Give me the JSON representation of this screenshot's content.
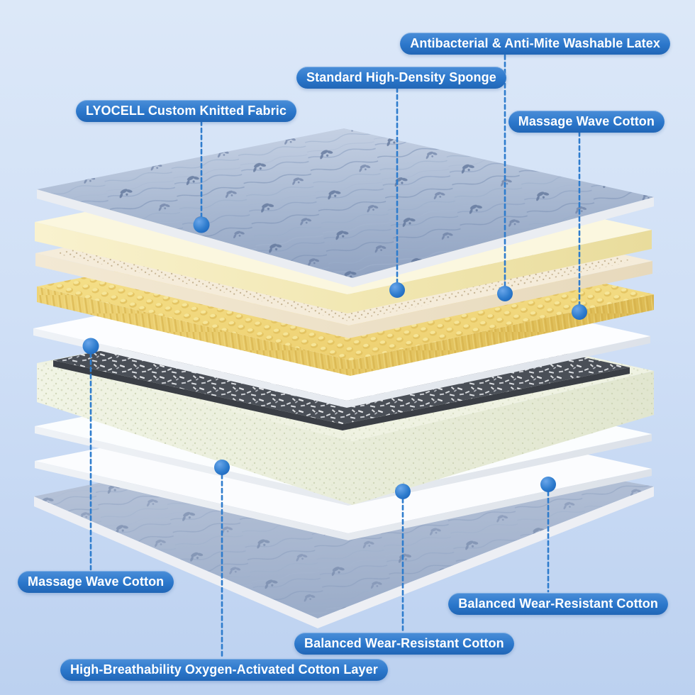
{
  "diagram": {
    "title_hint": "Mattress exploded layers diagram",
    "background": {
      "top": "#dce8f8",
      "bottom": "#bcd1f0"
    },
    "callout_style": {
      "pill_gradient_top": "#4a8ed8",
      "pill_gradient_mid": "#2b77cb",
      "pill_gradient_bottom": "#2166b6",
      "text_color": "#ffffff",
      "line_color": "#2e7ccd",
      "dot_color": "#2270c8"
    },
    "callouts": [
      {
        "id": "washable-latex",
        "label": "Antibacterial & Anti-Mite Washable Latex"
      },
      {
        "id": "high-density-sponge",
        "label": "Standard High-Density Sponge"
      },
      {
        "id": "lyocell-fabric",
        "label": "LYOCELL Custom Knitted Fabric"
      },
      {
        "id": "massage-wave-cotton-right",
        "label": "Massage Wave Cotton"
      },
      {
        "id": "massage-wave-cotton-left",
        "label": "Massage Wave Cotton"
      },
      {
        "id": "balanced-wear-right",
        "label": "Balanced Wear-Resistant Cotton"
      },
      {
        "id": "balanced-wear-middle",
        "label": "Balanced Wear-Resistant Cotton"
      },
      {
        "id": "high-breathability",
        "label": "High-Breathability Oxygen-Activated Cotton Layer"
      }
    ],
    "layers": [
      {
        "name": "LYOCELL custom knitted fabric (quilted top cover)",
        "color": "#9fb1cc"
      },
      {
        "name": "Standard high-density sponge",
        "color": "#f7f0cc"
      },
      {
        "name": "Antibacterial & anti-mite washable latex (perforated)",
        "color": "#f2e9d6"
      },
      {
        "name": "Massage wave cotton (egg-crate foam)",
        "color": "#f2dd82"
      },
      {
        "name": "Massage wave cotton (white sheet)",
        "color": "#fbfcfe"
      },
      {
        "name": "3D support mesh",
        "color": "#4a4f57"
      },
      {
        "name": "High-breathability oxygen-activated cotton foam",
        "color": "#edf0e0"
      },
      {
        "name": "Balanced wear-resistant cotton sheet (upper)",
        "color": "#fbfcfe"
      },
      {
        "name": "Balanced wear-resistant cotton sheet (lower)",
        "color": "#fbfcfe"
      },
      {
        "name": "Bottom quilted wave fabric cover",
        "color": "#a7b6cf"
      }
    ]
  }
}
